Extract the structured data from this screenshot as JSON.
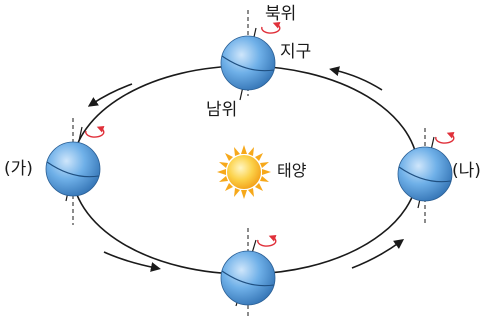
{
  "labels": {
    "north_pole": "북위",
    "south_pole": "남위",
    "earth": "지구",
    "sun": "태양",
    "position_ga": "(가)",
    "position_na": "(나)"
  },
  "colors": {
    "orbit": "#1a1a1a",
    "earth_fill": "#5b9bd5",
    "earth_dark": "#2f6fb0",
    "rotation_arrow": "#e0303a",
    "sun_core": "#f6b21a",
    "sun_glow": "#fde08a"
  },
  "icons": {
    "earth": "globe-icon",
    "sun": "sun-icon",
    "rotation": "rotation-arrow-icon",
    "revolution": "revolution-arrow-icon"
  }
}
